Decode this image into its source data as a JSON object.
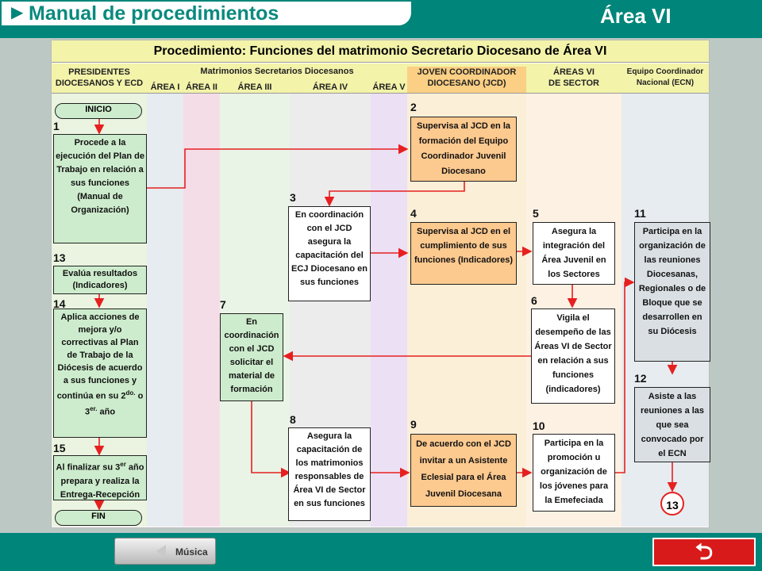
{
  "header": {
    "title": "Manual de procedimientos",
    "area": "Área VI"
  },
  "diagram": {
    "title": "Procedimiento: Funciones del matrimonio Secretario Diocesano de Área VI",
    "columns": {
      "presidentes": "PRESIDENTES\nDIOCESANOS Y ECD",
      "secretarios": "Matrimonios Secretarios Diocesanos",
      "area1": "ÁREA I",
      "area2": "ÁREA II",
      "area3": "ÁREA III",
      "area4": "ÁREA IV",
      "area5": "ÁREA V",
      "jcd": "JOVEN COORDINADOR\nDIOCESANO (JCD)",
      "sector": "ÁREAS VI\nDE SECTOR",
      "ecn": "Equipo Coordinador\nNacional (ECN)"
    },
    "steps": {
      "inicio": "INICIO",
      "fin": "FIN",
      "s1": {
        "num": "1",
        "text": "Procede a la ejecución del Plan de Trabajo en relación a sus funciones (Manual de Organización)"
      },
      "s2": {
        "num": "2",
        "text": "Supervisa al JCD en la formación del Equipo Coordinador Juvenil Diocesano"
      },
      "s3": {
        "num": "3",
        "text": "En coordinación con el JCD asegura la capacitación del ECJ Diocesano en sus funciones"
      },
      "s4": {
        "num": "4",
        "text": "Supervisa al JCD en el cumplimiento de sus funciones (Indicadores)"
      },
      "s5": {
        "num": "5",
        "text": "Asegura la integración del Área Juvenil en los Sectores"
      },
      "s6": {
        "num": "6",
        "text": "Vigila el desempeño de las Áreas VI de Sector en relación a sus funciones (indicadores)"
      },
      "s7": {
        "num": "7",
        "text": "En coordinación con el JCD solicitar el material de formación"
      },
      "s8": {
        "num": "8",
        "text": "Asegura la capacitación de los matrimonios responsables de Área VI de Sector en sus funciones"
      },
      "s9": {
        "num": "9",
        "text": "De acuerdo con el JCD invitar a un Asistente Eclesial para el Área Juvenil Diocesana"
      },
      "s10": {
        "num": "10",
        "text": "Participa en la promoción u organización de los jóvenes para la Emefeciada"
      },
      "s11": {
        "num": "11",
        "text": "Participa en la organización de las reuniones Diocesanas, Regionales o de Bloque que se desarrollen en su Diócesis"
      },
      "s12": {
        "num": "12",
        "text": "Asiste a las reuniones a las que sea convocado por el ECN"
      },
      "s13": {
        "num": "13",
        "text": "Evalúa resultados (Indicadores)"
      },
      "s14": {
        "num": "14",
        "text_a": "Aplica acciones de mejora y/o correctivas al Plan de Trabajo de la Diócesis de acuerdo a sus funciones y continúa en su",
        "ord1": "2",
        "sup1": "do.",
        "conj": "o",
        "ord2": "3",
        "sup2": "er.",
        "tail": "año"
      },
      "s15": {
        "num": "15",
        "text_a": "Al finalizar su",
        "ord": "3",
        "sup": "er",
        "text_b": "año prepara y realiza la Entrega-Recepción"
      },
      "c13": "13"
    }
  },
  "footer": {
    "music_label": "Música"
  },
  "colors": {
    "teal": "#00857a",
    "red_arrow": "#e62020",
    "green_box": "#cdeccd",
    "orange_box": "#fcc98f"
  }
}
